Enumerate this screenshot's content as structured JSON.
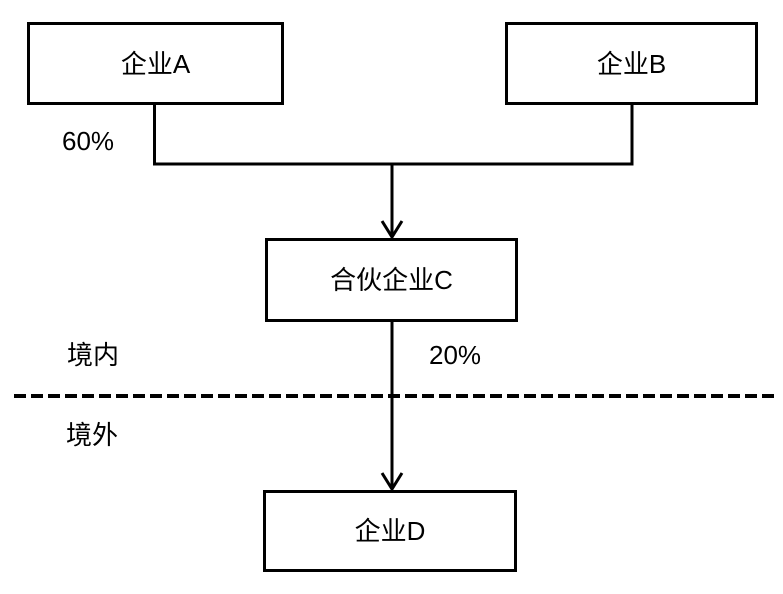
{
  "diagram": {
    "nodes": {
      "a": {
        "label": "企业A"
      },
      "b": {
        "label": "企业B"
      },
      "c": {
        "label": "合伙企业C"
      },
      "d": {
        "label": "企业D"
      }
    },
    "labels": {
      "ownership_top": "60%",
      "ownership_bottom": "20%",
      "region_domestic": "境内",
      "region_overseas": "境外"
    },
    "edges": [
      {
        "from": "a",
        "to": "c",
        "note": "60%"
      },
      {
        "from": "b",
        "to": "c",
        "note": "60%"
      },
      {
        "from": "c",
        "to": "d",
        "note": "20%"
      }
    ],
    "colors": {
      "background": "#ffffff",
      "line": "#000000",
      "text": "#000000"
    }
  }
}
